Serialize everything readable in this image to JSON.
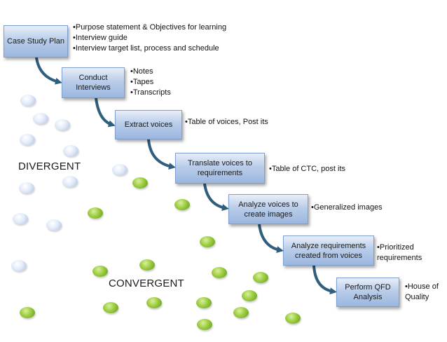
{
  "steps": [
    {
      "label": "Case Study Plan",
      "notes": [
        "•Purpose statement & Objectives for learning",
        "•Interview guide",
        "•Interview target list, process and schedule"
      ]
    },
    {
      "label": "Conduct Interviews",
      "notes": [
        "•Notes",
        "•Tapes",
        "•Transcripts"
      ]
    },
    {
      "label": "Extract voices",
      "notes": [
        "•Table of voices, Post its"
      ]
    },
    {
      "label": "Translate voices to requirements",
      "notes": [
        "•Table of CTC, post its"
      ]
    },
    {
      "label": "Analyze voices to create images",
      "notes": [
        "•Generalized images"
      ]
    },
    {
      "label": "Analyze requirements created from voices",
      "notes": [
        "•Prioritized",
        "requirements"
      ]
    },
    {
      "label": "Perform QFD Analysis",
      "notes": [
        "•House of",
        "Quality"
      ]
    }
  ],
  "labels": {
    "divergent": "DIVERGENT",
    "convergent": "CONVERGENT"
  },
  "colors": {
    "box_top": "#e8eef8",
    "box_bottom": "#9bb7df",
    "arrow": "#2f5e7e",
    "dot_blue": "#d6e2f5",
    "dot_green": "#8cc63f"
  }
}
